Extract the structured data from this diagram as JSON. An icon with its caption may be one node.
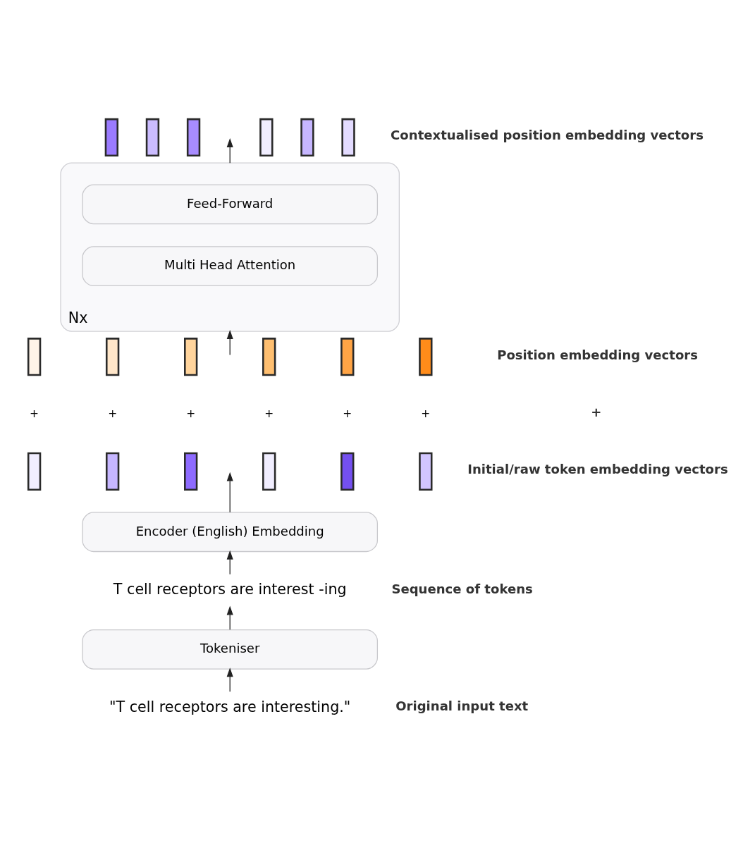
{
  "diagram": {
    "nodes": [
      {
        "text": [],
        "shape": "bar"
      },
      {
        "text": [],
        "shape": "bar"
      },
      {
        "text": [],
        "shape": "bar"
      },
      {
        "text": [],
        "shape": "bar"
      },
      {
        "text": [],
        "shape": "bar"
      },
      {
        "text": [],
        "shape": "bar"
      },
      {
        "text": [],
        "shape": "box",
        "beside": [
          "Nx"
        ]
      },
      {
        "text": [
          "Feed-Forward"
        ],
        "in": 6
      },
      {
        "text": [
          "Multi Head Attention"
        ],
        "in": 6
      },
      {
        "text": [],
        "shape": "bar"
      },
      {
        "text": [],
        "shape": "bar"
      },
      {
        "text": [],
        "shape": "bar"
      },
      {
        "text": [],
        "shape": "bar"
      },
      {
        "text": [],
        "shape": "bar"
      },
      {
        "text": [],
        "shape": "bar"
      },
      {
        "text": [],
        "shape": "bar"
      },
      {
        "text": [],
        "shape": "bar"
      },
      {
        "text": [],
        "shape": "bar"
      },
      {
        "text": [],
        "shape": "bar"
      },
      {
        "text": [],
        "shape": "bar"
      },
      {
        "text": [],
        "shape": "bar"
      },
      {
        "text": [
          "Encoder (English) Embedding"
        ]
      },
      {
        "text": [
          "T cell receptors are interest -ing"
        ]
      },
      {
        "text": [
          "Tokeniser"
        ]
      },
      {
        "text": [
          "\"T cell receptors are interesting.\""
        ]
      }
    ],
    "edges": [
      {
        "from": 24,
        "to": 23,
        "arrow": "to"
      },
      {
        "from": 23,
        "to": 22,
        "arrow": "to"
      },
      {
        "from": 22,
        "to": 21,
        "arrow": "to"
      },
      {
        "from": 21,
        "to": null,
        "arrow": "to"
      },
      {
        "from": null,
        "to": 6,
        "arrow": "to"
      },
      {
        "from": 6,
        "to": null,
        "arrow": "to"
      }
    ],
    "labels": [
      "Contextualised position embedding vectors",
      "Position embedding vectors",
      "+",
      "+",
      "+",
      "+",
      "+",
      "+",
      "+",
      "Initial/raw token embedding vectors",
      "Sequence of tokens",
      "Original input text"
    ]
  }
}
